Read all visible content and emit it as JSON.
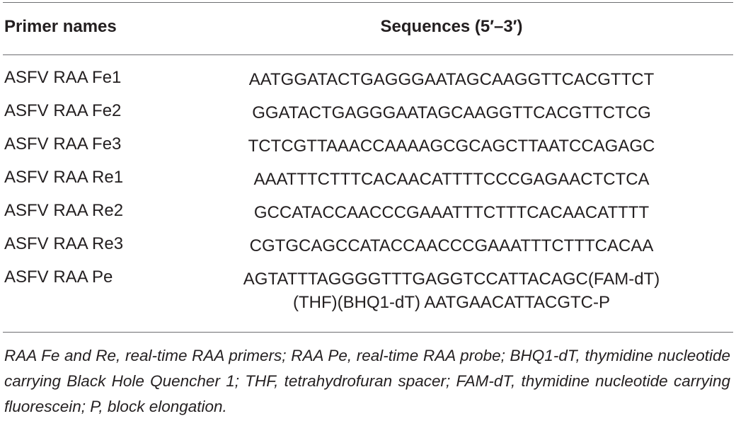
{
  "table": {
    "headers": {
      "name": "Primer names",
      "sequence": "Sequences (5′–3′)"
    },
    "rows": [
      {
        "name": "ASFV RAA Fe1",
        "sequence": "AATGGATACTGAGGGAATAGCAAGGTTCACGTTCT",
        "sequence2": ""
      },
      {
        "name": "ASFV RAA Fe2",
        "sequence": "GGATACTGAGGGAATAGCAAGGTTCACGTTCTCG",
        "sequence2": ""
      },
      {
        "name": "ASFV RAA Fe3",
        "sequence": "TCTCGTTAAACCAAAAGCGCAGCTTAATCCAGAGC",
        "sequence2": ""
      },
      {
        "name": "ASFV RAA Re1",
        "sequence": "AAATTTCTTTCACAACATTTTCCCGAGAACTCTCA",
        "sequence2": ""
      },
      {
        "name": "ASFV RAA Re2",
        "sequence": "GCCATACCAACCCGAAATTTCTTTCACAACATTTT",
        "sequence2": ""
      },
      {
        "name": "ASFV RAA Re3",
        "sequence": "CGTGCAGCCATACCAACCCGAAATTTCTTTCACAA",
        "sequence2": ""
      },
      {
        "name": "ASFV RAA Pe",
        "sequence": "AGTATTTAGGGGTTTGAGGTCCATTACAGC(FAM-dT)",
        "sequence2": "(THF)(BHQ1-dT) AATGAACATTACGTC-P"
      }
    ]
  },
  "footnote": "RAA Fe and Re, real-time RAA primers; RAA Pe, real-time RAA probe; BHQ1-dT, thymidine nucleotide carrying Black Hole Quencher 1; THF, tetrahydrofuran spacer; FAM-dT, thymidine nucleotide carrying fluorescein; P, block elongation."
}
